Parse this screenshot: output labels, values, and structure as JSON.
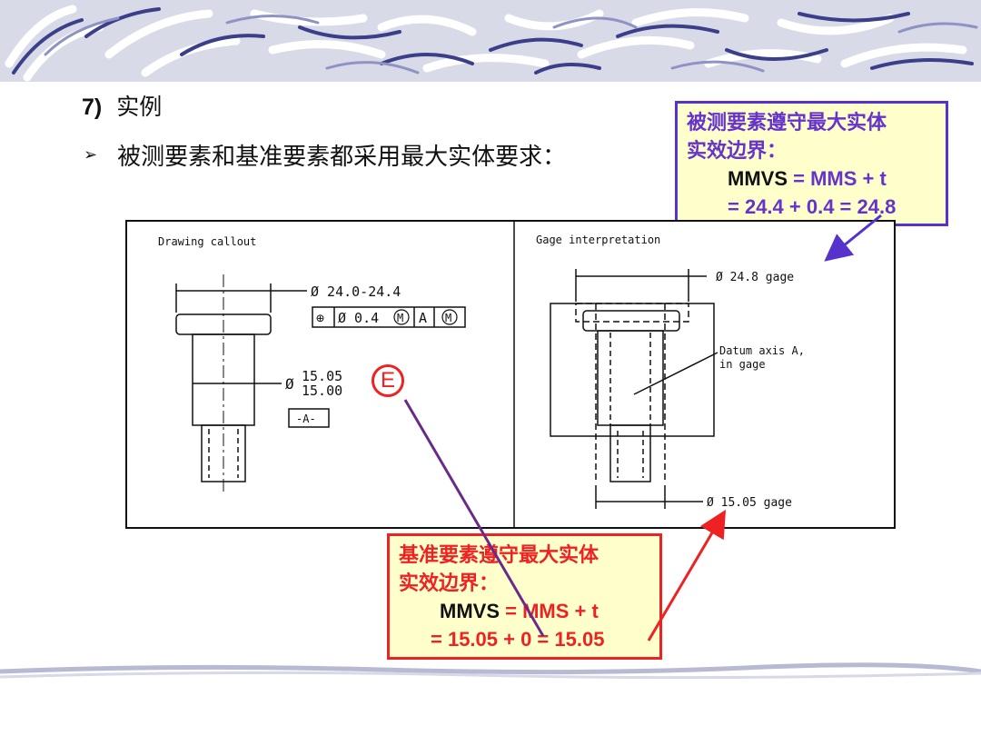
{
  "heading": {
    "number": "7)",
    "title": "实例"
  },
  "bullet": {
    "marker": "➢",
    "text": "被测要素和基准要素都采用最大实体要求："
  },
  "callout_measured": {
    "title_line1": "被测要素遵守最大实体",
    "title_line2": "实效边界：",
    "formula_lhs": "MMVS",
    "formula_rhs": " = MMS + t",
    "calc": "= 24.4 + 0.4 = 24.8"
  },
  "callout_datum": {
    "title_line1": "基准要素遵守最大实体",
    "title_line2": "实效边界：",
    "formula_lhs": "MMVS",
    "formula_rhs": " = MMS + t",
    "calc": "= 15.05 + 0 = 15.05"
  },
  "drawing": {
    "left_title": "Drawing callout",
    "right_title": "Gage interpretation",
    "head_dim": "Ø 24.0-24.4",
    "fcf_symbol": "⊕",
    "fcf_tolerance": "Ø 0.4",
    "fcf_modifier": "M",
    "fcf_datum": "A",
    "fcf_datum_modifier": "M",
    "shank_dim_upper": "15.05",
    "shank_dim_lower": "15.00",
    "shank_dim_symbol": "Ø",
    "datum_label": "-A-",
    "gage_top": "Ø 24.8 gage",
    "datum_note_line1": "Datum axis A,",
    "datum_note_line2": "in gage",
    "gage_bottom": "Ø 15.05 gage"
  },
  "envelope_mark": "E",
  "colors": {
    "measured_accent": "#5533cc",
    "datum_accent": "#ee2222",
    "callout_fill": "#ffffcc",
    "envelope_line": "#6a2a8a"
  }
}
